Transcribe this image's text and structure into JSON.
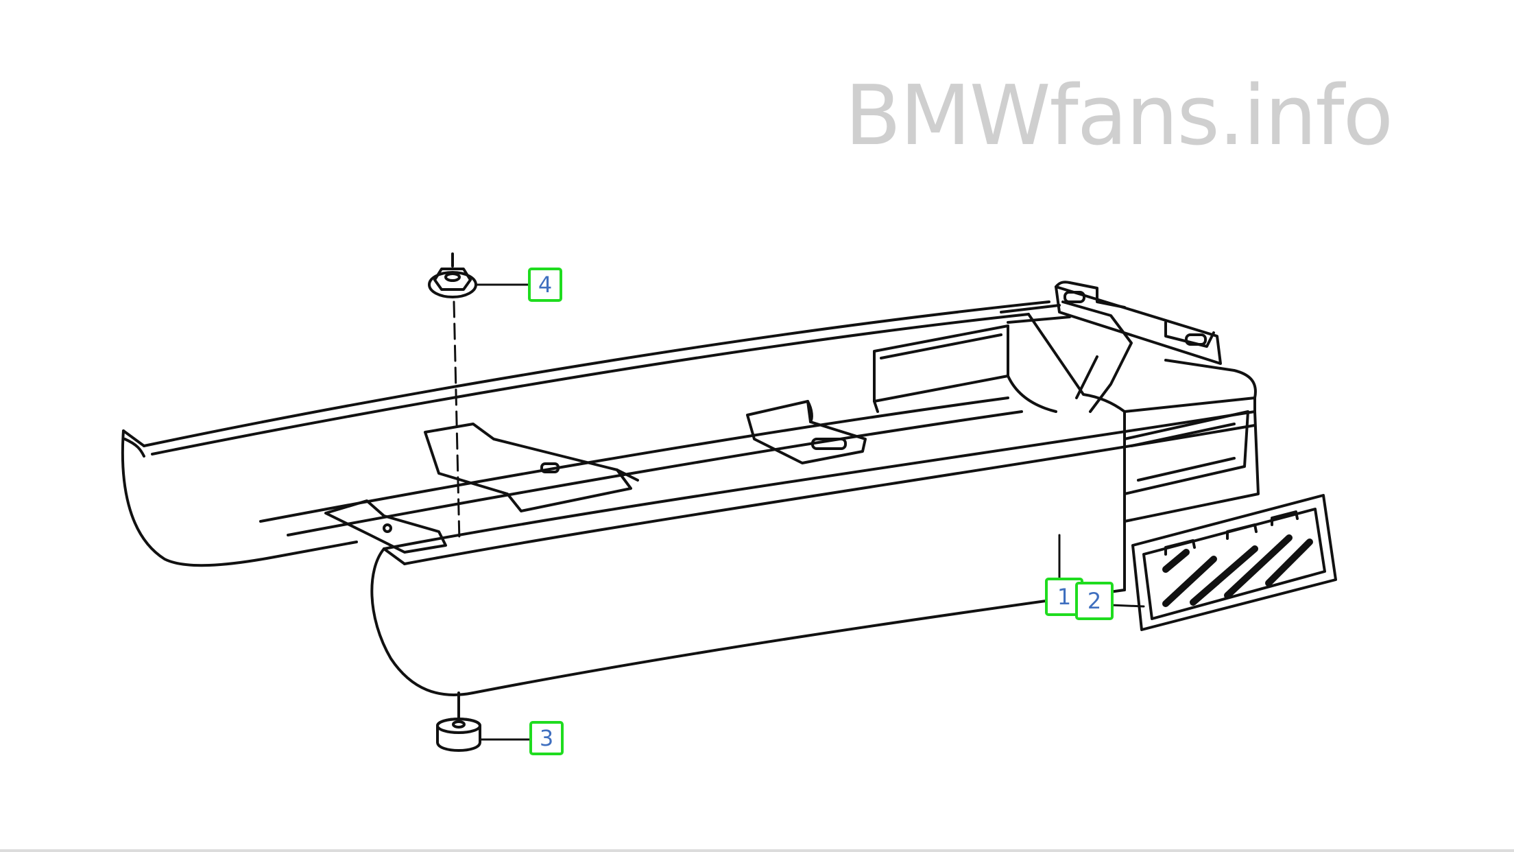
{
  "watermark": {
    "text": "BMWfans.info",
    "color": "#cfcfcf"
  },
  "callouts": [
    {
      "id": "part-1",
      "label": "1"
    },
    {
      "id": "part-2",
      "label": "2"
    },
    {
      "id": "part-3",
      "label": "3"
    },
    {
      "id": "part-4",
      "label": "4"
    }
  ],
  "colors": {
    "callout_border": "#1fdc1f",
    "callout_text": "#3f6fbf",
    "line_art": "#111111"
  },
  "icons": {
    "assembly": "center-console-drawing-icon",
    "nut": "hex-flange-nut-icon",
    "bushing": "rubber-bushing-icon",
    "vent": "air-vent-grille-icon"
  }
}
